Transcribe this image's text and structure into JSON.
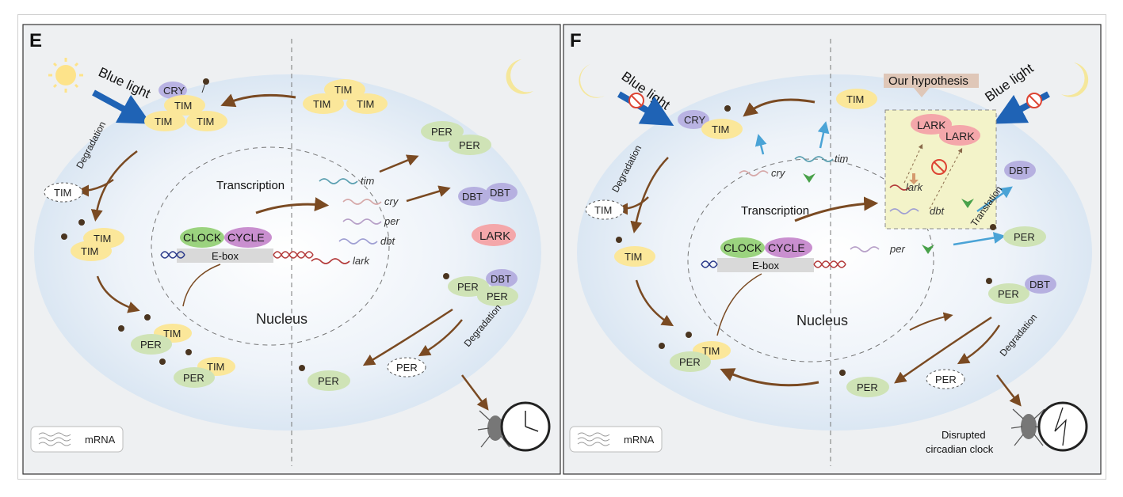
{
  "panels": [
    {
      "letter": "E",
      "blue_light": "Blue light",
      "degradation_left": "Degradation",
      "degradation_right": "Degradation",
      "transcription": "Transcription",
      "nucleus": "Nucleus",
      "ebox": "E-box",
      "clock": "CLOCK",
      "cycle": "CYCLE",
      "genes": [
        "tim",
        "cry",
        "per",
        "dbt",
        "lark"
      ],
      "proteins": {
        "tim": "TIM",
        "per": "PER",
        "cry": "CRY",
        "dbt": "DBT",
        "lark": "LARK"
      },
      "legend": "mRNA"
    },
    {
      "letter": "F",
      "blue_light": "Blue light",
      "degradation_left": "Degradation",
      "degradation_right": "Degradation",
      "transcription": "Transcription",
      "translation": "Translation",
      "nucleus": "Nucleus",
      "ebox": "E-box",
      "clock": "CLOCK",
      "cycle": "CYCLE",
      "genes": [
        "tim",
        "cry",
        "lark",
        "dbt",
        "per"
      ],
      "proteins": {
        "tim": "TIM",
        "per": "PER",
        "cry": "CRY",
        "dbt": "DBT",
        "lark": "LARK"
      },
      "hypothesis": "Our hypothesis",
      "disrupted_line1": "Disrupted",
      "disrupted_line2": "circadian clock",
      "legend": "mRNA"
    }
  ],
  "colors": {
    "tim": "#fbe79a",
    "per": "#cfe3b6",
    "cry": "#b9b3e3",
    "dbt": "#b6b0e0",
    "lark": "#f4a7aa",
    "clock": "#9bd37f",
    "cycle": "#c98fcf",
    "cell": "#dbe7f3",
    "blue_arrow": "#1f63b5",
    "brown_arrow": "#7a4a22",
    "cyan_arrow": "#4aa3d6",
    "hypothesis_box": "#f3f3c9"
  },
  "icons": [
    "sun-icon",
    "moon-icon",
    "blocked-light-icon",
    "fly-icon",
    "clock-icon",
    "phosphate-icon"
  ]
}
